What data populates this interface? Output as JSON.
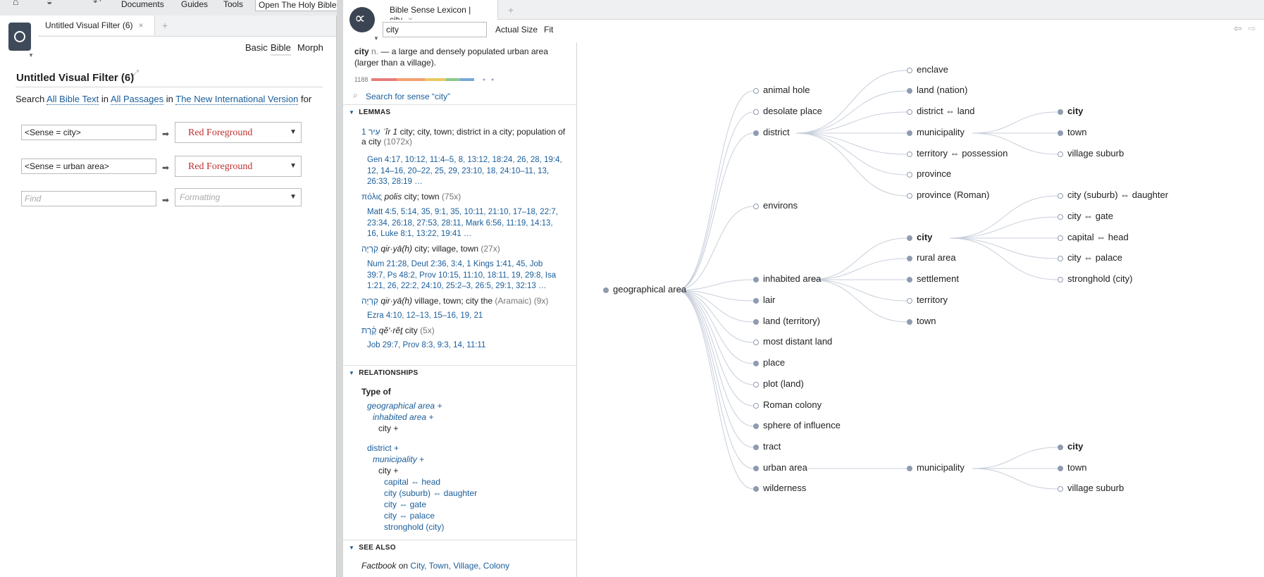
{
  "menu": {
    "documents": "Documents",
    "guides": "Guides",
    "tools": "Tools",
    "open_field": "Open The Holy Bible"
  },
  "left": {
    "tab_title": "Untitled Visual Filter (6)",
    "modes": [
      "Basic",
      "Bible",
      "Morph"
    ],
    "heading": "Untitled Visual Filter (6)",
    "search": {
      "prefix": "Search",
      "scope": "All Bible Text",
      "in": "in",
      "passages": "All Passages",
      "in2": "in",
      "version": "The New International Version",
      "suffix": "for"
    },
    "rules": [
      {
        "query": "<Sense = city>",
        "format": "Red Foreground"
      },
      {
        "query": "<Sense = urban area>",
        "format": "Red Foreground"
      }
    ],
    "empty_rule": {
      "query_placeholder": "Find",
      "format_placeholder": "Formatting"
    }
  },
  "right": {
    "tab_title": "Bible Sense Lexicon | city",
    "search_value": "city",
    "actual_size": "Actual Size",
    "fit": "Fit",
    "definition_word": "city",
    "definition_pos": "n.",
    "definition_text": "— a large and densely populated urban area (larger than a village).",
    "count": "1188",
    "search_sense": "Search for sense “city”",
    "sections": {
      "lemmas": "LEMMAS",
      "relationships": "RELATIONSHIPS",
      "see_also": "SEE ALSO"
    },
    "lemmas": [
      {
        "head": "1 עִיר",
        "translit": "ʿîr 1",
        "gloss": "city; city, town; district in a city; population of a city",
        "count": "(1072x)",
        "refs": [
          "Gen 4:17, 10:12, 11:4–5, 8, 13:12, 18:24, 26, 28, 19:4,",
          "12, 14–16, 20–22, 25, 29, 23:10, 18, 24:10–11, 13,",
          "26:33, 28:19 …"
        ]
      },
      {
        "head": "πόλις",
        "translit": "polis",
        "gloss": "city; town",
        "count": "(75x)",
        "refs": [
          "Matt 4:5, 5:14, 35, 9:1, 35, 10:11, 21:10, 17–18, 22:7,",
          "23:34, 26:18, 27:53, 28:11, Mark 6:56, 11:19, 14:13,",
          "16, Luke 8:1, 13:22, 19:41 …"
        ]
      },
      {
        "head": "קִרְיָה",
        "translit": "qir·yā(h)",
        "gloss": "city; village, town",
        "count": "(27x)",
        "refs": [
          "Num 21:28, Deut 2:36, 3:4, 1 Kings 1:41, 45, Job",
          "39:7, Ps 48:2, Prov 10:15, 11:10, 18:11, 19, 29:8, Isa",
          "1:21, 26, 22:2, 24:10, 25:2–3, 26:5, 29:1, 32:13 …"
        ]
      },
      {
        "head": "קִרְיָה",
        "translit": "qir·yā(h)",
        "gloss": "village, town; city the",
        "extra": "(Aramaic)",
        "count": "(9x)",
        "refs": [
          "Ezra 4:10, 12–13, 15–16, 19, 21"
        ]
      },
      {
        "head": "קֶ֫רֶת",
        "translit": "qěʹ·rěṯ",
        "gloss": "city",
        "count": "(5x)",
        "refs": [
          "Job 29:7, Prov 8:3, 9:3, 14, 11:11"
        ]
      }
    ],
    "relationships": {
      "type_of": "Type of",
      "tree1": [
        "geographical area +",
        "inhabited area +",
        "city +"
      ],
      "tree2": [
        "district +",
        "municipality +",
        "city +",
        "capital ⇔ head",
        "city (suburb) ⇔ daughter",
        "city ⇔ gate",
        "city ⇔ palace",
        "stronghold (city)"
      ]
    },
    "see_also": {
      "source": "Factbook",
      "on": "on",
      "links": "City, Town, Village, Colony"
    }
  },
  "graph": {
    "root": "geographical area",
    "level1": [
      "animal hole",
      "desolate place",
      "district",
      "environs",
      "inhabited area",
      "lair",
      "land (territory)",
      "most distant land",
      "place",
      "plot (land)",
      "Roman colony",
      "sphere of influence",
      "tract",
      "urban area",
      "wilderness"
    ],
    "district_children": [
      "enclave",
      "land (nation)",
      "district ⇔ land",
      "municipality",
      "territory ⇔ possession",
      "province",
      "province (Roman)"
    ],
    "municipality_children": [
      "city",
      "town",
      "village suburb"
    ],
    "inhabited_children": [
      "city",
      "rural area",
      "settlement",
      "territory",
      "town"
    ],
    "city_children": [
      "city (suburb) ⇔ daughter",
      "city ⇔ gate",
      "capital ⇔ head",
      "city ⇔ palace",
      "stronghold (city)"
    ],
    "urban_child": "municipality",
    "urban_mun_children": [
      "city",
      "town",
      "village suburb"
    ]
  }
}
